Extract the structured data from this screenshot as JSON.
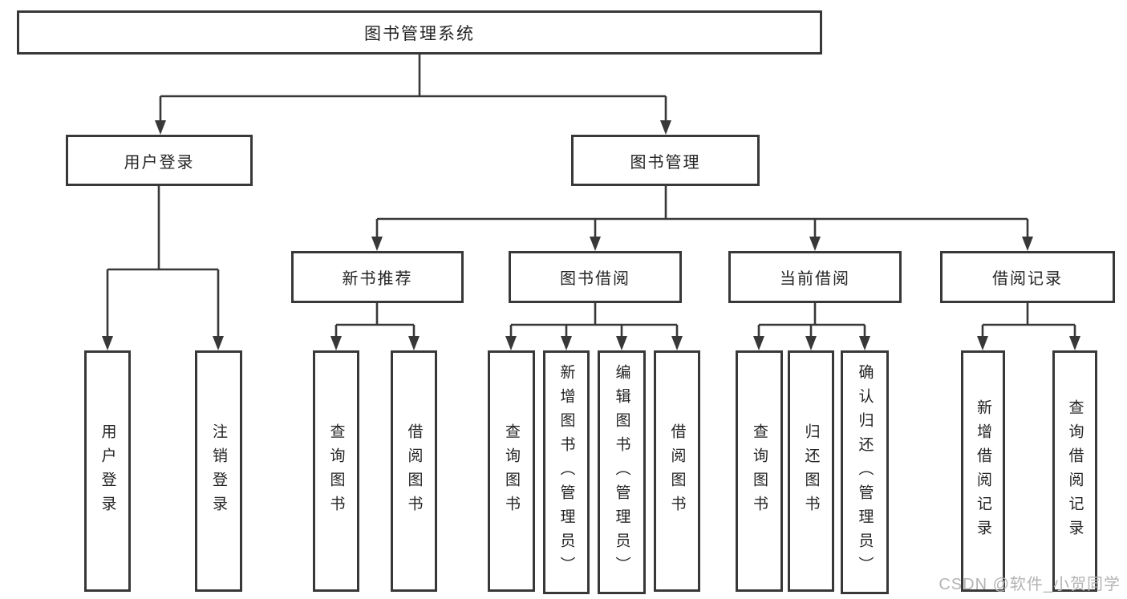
{
  "colors": {
    "line": "#383838",
    "text": "#242424",
    "background": "#ffffff",
    "watermark": "#b4b4b4"
  },
  "watermark": {
    "text": "CSDN @软件_小贺同学"
  },
  "tree": {
    "root": {
      "label": "图书管理系统",
      "children": [
        {
          "label": "用户登录",
          "children": [
            {
              "label": "用户登录"
            },
            {
              "label": "注销登录"
            }
          ]
        },
        {
          "label": "图书管理",
          "children": [
            {
              "label": "新书推荐",
              "children": [
                {
                  "label": "查询图书"
                },
                {
                  "label": "借阅图书"
                }
              ]
            },
            {
              "label": "图书借阅",
              "children": [
                {
                  "label": "查询图书"
                },
                {
                  "label": "新增图书（管理员）"
                },
                {
                  "label": "编辑图书（管理员）"
                },
                {
                  "label": "借阅图书"
                }
              ]
            },
            {
              "label": "当前借阅",
              "children": [
                {
                  "label": "查询图书"
                },
                {
                  "label": "归还图书"
                },
                {
                  "label": "确认归还（管理员）"
                }
              ]
            },
            {
              "label": "借阅记录",
              "children": [
                {
                  "label": "新增借阅记录"
                },
                {
                  "label": "查询借阅记录"
                }
              ]
            }
          ]
        }
      ]
    }
  }
}
